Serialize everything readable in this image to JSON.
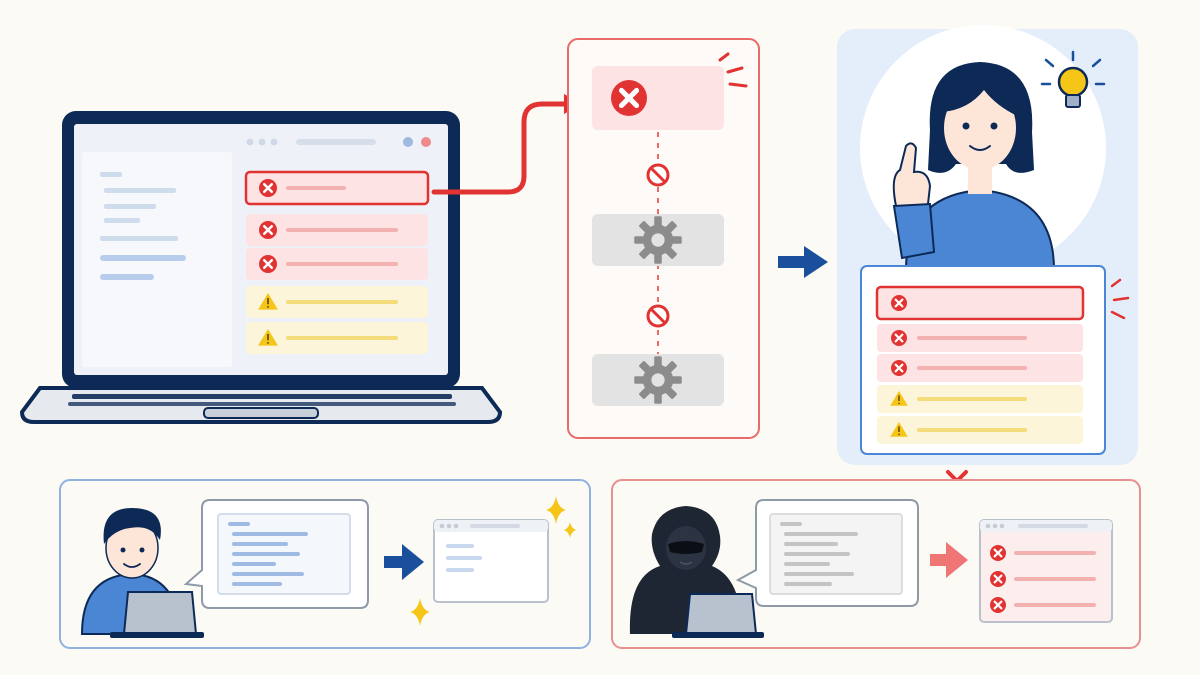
{
  "colors": {
    "background": "#fbfaf4",
    "navy": "#0d2a56",
    "error_red": "#e23333",
    "error_fill": "#fde3e3",
    "warning_yellow": "#f5c518",
    "warning_fill": "#fdf5da",
    "blue_accent": "#1a4f9c",
    "blue_panel": "#e4eefb",
    "gray_step": "#e3e3e3",
    "gear_gray": "#8c8c8c"
  },
  "icons": {
    "error": "x-circle-icon",
    "warning": "warning-triangle-icon",
    "blocked": "no-entry-icon",
    "process": "gear-icon",
    "idea": "lightbulb-icon",
    "cross": "cross-mark-icon",
    "arrow": "arrow-right-icon",
    "sparkle": "sparkle-icon"
  },
  "laptop_rows": [
    "error",
    "error",
    "error",
    "warning",
    "warning"
  ],
  "flow_steps": [
    "error",
    "blocked",
    "process",
    "blocked",
    "process"
  ],
  "helper_rows": [
    "error",
    "error",
    "error",
    "warning",
    "warning"
  ],
  "attack_result_rows": [
    "error",
    "error",
    "error"
  ]
}
